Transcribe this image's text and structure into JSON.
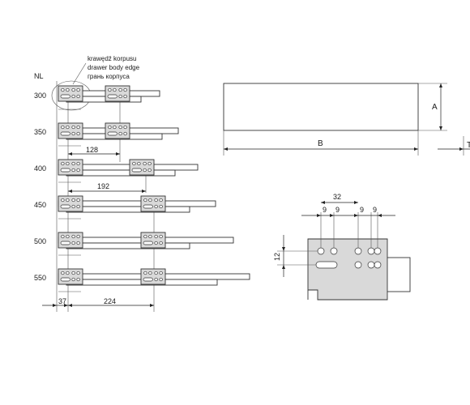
{
  "header": {
    "nl_label": "NL"
  },
  "callout": {
    "lines": [
      "krawędź korpusu",
      "drawer body edge",
      "грань корпуса"
    ]
  },
  "rows": [
    {
      "nl": "300"
    },
    {
      "nl": "350"
    },
    {
      "nl": "400"
    },
    {
      "nl": "450"
    },
    {
      "nl": "500"
    },
    {
      "nl": "550"
    }
  ],
  "row_dims": {
    "d128": "128",
    "d192": "192"
  },
  "bottom_dims": {
    "d37": "37",
    "d224": "224"
  },
  "panel": {
    "dim_a": "A",
    "dim_b": "B",
    "dim_t": "T"
  },
  "detail": {
    "d32": "32",
    "d9": [
      "9",
      "9",
      "9",
      "9"
    ],
    "d12": "12"
  },
  "colors": {
    "mount_fill": "#d9d9d9",
    "line": "#333333"
  }
}
